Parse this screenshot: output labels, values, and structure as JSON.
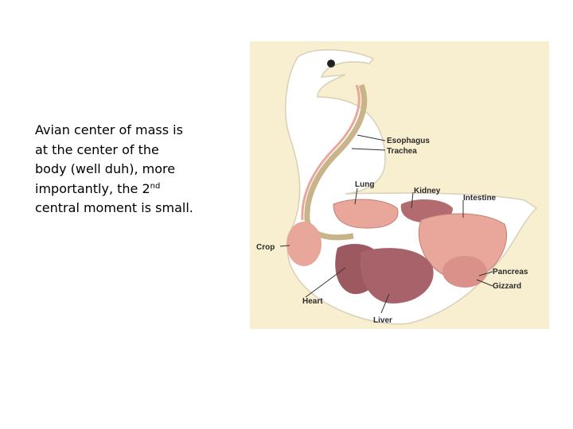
{
  "caption": {
    "line1": "Avian center of mass is",
    "line2": "at the center of the",
    "line3": "body (well duh), more",
    "line4_pre": "importantly, the 2",
    "line4_sup": "nd",
    "line5": "central moment is small."
  },
  "diagram": {
    "labels": {
      "esophagus": "Esophagus",
      "trachea": "Trachea",
      "lung": "Lung",
      "kidney": "Kidney",
      "intestine": "Intestine",
      "crop": "Crop",
      "pancreas": "Pancreas",
      "gizzard": "Gizzard",
      "heart": "Heart",
      "liver": "Liver"
    },
    "colors": {
      "background": "#f7efcf",
      "body_outline": "#ffffff",
      "organ_pink": "#e8a79a",
      "organ_dark": "#9c5a60",
      "trachea_tan": "#c9b48a"
    }
  }
}
